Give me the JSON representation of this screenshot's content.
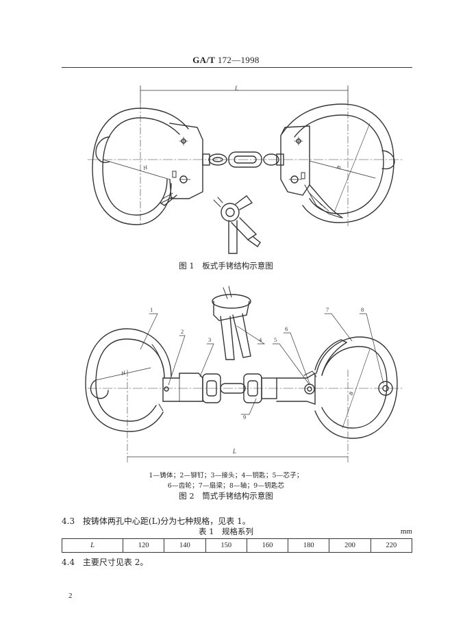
{
  "header": {
    "std_code": "GA/T",
    "std_number": "172—1998"
  },
  "figure1": {
    "caption": "图 1　板式手铐结构示意图",
    "dim_L": "L",
    "dim_H": "H",
    "dim_B": "B"
  },
  "figure2": {
    "caption": "图 2　筒式手铐结构示意图",
    "dim_L": "L",
    "dim_H": "H",
    "dim_B": "B",
    "callouts": [
      "1",
      "2",
      "3",
      "4",
      "5",
      "6",
      "7",
      "8",
      "9"
    ],
    "legend_line1": "1—铸体；2—铆钉；3—接头；4—钥匙；5—芯子；",
    "legend_line2": "6—齿轮；7—扇梁；8—轴；9—钥匙芯"
  },
  "section_4_3": {
    "number": "4.3",
    "text": "按铸体两孔中心距(L)分为七种规格，见表 1。"
  },
  "table1": {
    "caption": "表 1　规格系列",
    "unit": "mm",
    "row_label": "L",
    "values": [
      "120",
      "140",
      "150",
      "160",
      "180",
      "200",
      "220"
    ]
  },
  "section_4_4": {
    "number": "4.4",
    "text": "主要尺寸见表 2。"
  },
  "page_number": "2"
}
